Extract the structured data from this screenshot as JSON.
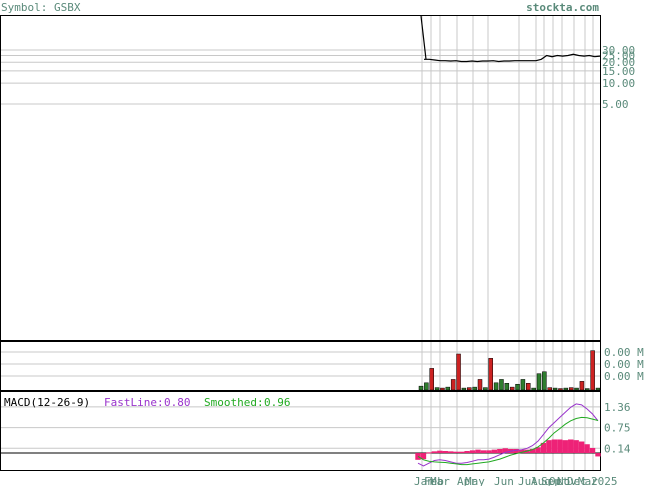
{
  "header": {
    "symbol_label": "Symbol: GSBX",
    "site_label": "stockta.com"
  },
  "colors": {
    "axis_text": "#5a8a7a",
    "grid": "#c8c8c8",
    "price_line": "#000000",
    "volume_up": "#2e7d2e",
    "volume_down": "#cc2222",
    "macd_fast": "#9933cc",
    "macd_smoothed": "#22aa22",
    "macd_hist": "#ee2277"
  },
  "chart_data": [
    {
      "type": "line",
      "panel": "price",
      "scale": "log",
      "y_ticks": [
        "30.00",
        "25.00",
        "20.00",
        "15.00",
        "10.00",
        "5.00"
      ],
      "y_tick_values": [
        30,
        25,
        20,
        15,
        10,
        5
      ],
      "x_labels": [
        "Jan",
        "Feb",
        "Mar",
        "Apr",
        "May",
        "Jun",
        "Jul",
        "Aug",
        "Sep",
        "Oct",
        "Nov",
        "Dec",
        "Mar",
        "2025"
      ],
      "close": [
        22,
        22,
        21.5,
        21,
        21,
        20.8,
        21,
        20.5,
        20.5,
        20.8,
        20.5,
        20.8,
        20.8,
        21,
        20.5,
        20.8,
        20.8,
        21,
        21,
        21,
        21,
        21,
        22,
        25,
        24,
        25,
        24.5,
        25,
        26,
        25,
        24.5,
        25,
        24,
        24.5
      ],
      "ipo_spike_top": 100
    },
    {
      "type": "bar",
      "panel": "volume",
      "y_ticks": [
        "0.00 M",
        "0.00 M",
        "0.00 M"
      ],
      "bars": [
        {
          "v": 0.08,
          "up": true
        },
        {
          "v": 0.15,
          "up": true
        },
        {
          "v": 0.45,
          "up": false
        },
        {
          "v": 0.05,
          "up": true
        },
        {
          "v": 0.04,
          "up": false
        },
        {
          "v": 0.06,
          "up": true
        },
        {
          "v": 0.22,
          "up": false
        },
        {
          "v": 0.75,
          "up": false
        },
        {
          "v": 0.04,
          "up": true
        },
        {
          "v": 0.05,
          "up": false
        },
        {
          "v": 0.06,
          "up": true
        },
        {
          "v": 0.22,
          "up": false
        },
        {
          "v": 0.05,
          "up": true
        },
        {
          "v": 0.66,
          "up": false
        },
        {
          "v": 0.15,
          "up": true
        },
        {
          "v": 0.22,
          "up": true
        },
        {
          "v": 0.14,
          "up": true
        },
        {
          "v": 0.06,
          "up": false
        },
        {
          "v": 0.12,
          "up": true
        },
        {
          "v": 0.22,
          "up": true
        },
        {
          "v": 0.14,
          "up": false
        },
        {
          "v": 0.04,
          "up": true
        },
        {
          "v": 0.34,
          "up": true
        },
        {
          "v": 0.38,
          "up": true
        },
        {
          "v": 0.05,
          "up": false
        },
        {
          "v": 0.04,
          "up": true
        },
        {
          "v": 0.03,
          "up": false
        },
        {
          "v": 0.04,
          "up": true
        },
        {
          "v": 0.05,
          "up": false
        },
        {
          "v": 0.04,
          "up": true
        },
        {
          "v": 0.18,
          "up": false
        },
        {
          "v": 0.03,
          "up": true
        },
        {
          "v": 0.82,
          "up": false
        },
        {
          "v": 0.04,
          "up": true
        }
      ]
    },
    {
      "type": "line",
      "panel": "macd",
      "title": "MACD(12-26-9)",
      "fast_label": "FastLine:",
      "fast_value": "0.80",
      "smoothed_label": "Smoothed:",
      "smoothed_value": "0.96",
      "y_ticks": [
        "1.36",
        "0.75",
        "0.14"
      ],
      "y_tick_values": [
        1.36,
        0.75,
        0.14
      ],
      "y_range": [
        -0.5,
        1.8
      ],
      "fast": [
        -0.3,
        -0.38,
        -0.3,
        -0.22,
        -0.2,
        -0.22,
        -0.26,
        -0.3,
        -0.3,
        -0.28,
        -0.24,
        -0.2,
        -0.2,
        -0.18,
        -0.12,
        -0.05,
        0.02,
        0.05,
        0.08,
        0.1,
        0.14,
        0.22,
        0.35,
        0.55,
        0.75,
        0.9,
        1.05,
        1.2,
        1.35,
        1.45,
        1.42,
        1.3,
        1.15,
        0.95
      ],
      "smoothed": [
        -0.1,
        -0.2,
        -0.24,
        -0.26,
        -0.27,
        -0.28,
        -0.3,
        -0.32,
        -0.34,
        -0.34,
        -0.32,
        -0.3,
        -0.28,
        -0.26,
        -0.22,
        -0.18,
        -0.12,
        -0.06,
        -0.02,
        0.02,
        0.06,
        0.1,
        0.18,
        0.3,
        0.44,
        0.6,
        0.72,
        0.85,
        0.95,
        1.02,
        1.05,
        1.04,
        1.0,
        0.96
      ],
      "hist": [
        -0.2,
        -0.18,
        0.02,
        0.05,
        0.07,
        0.06,
        0.05,
        0.04,
        0.04,
        0.06,
        0.08,
        0.1,
        0.08,
        0.08,
        0.1,
        0.12,
        0.14,
        0.12,
        0.12,
        0.1,
        0.1,
        0.12,
        0.17,
        0.3,
        0.38,
        0.4,
        0.4,
        0.38,
        0.4,
        0.38,
        0.34,
        0.26,
        0.15,
        -0.1
      ]
    }
  ]
}
